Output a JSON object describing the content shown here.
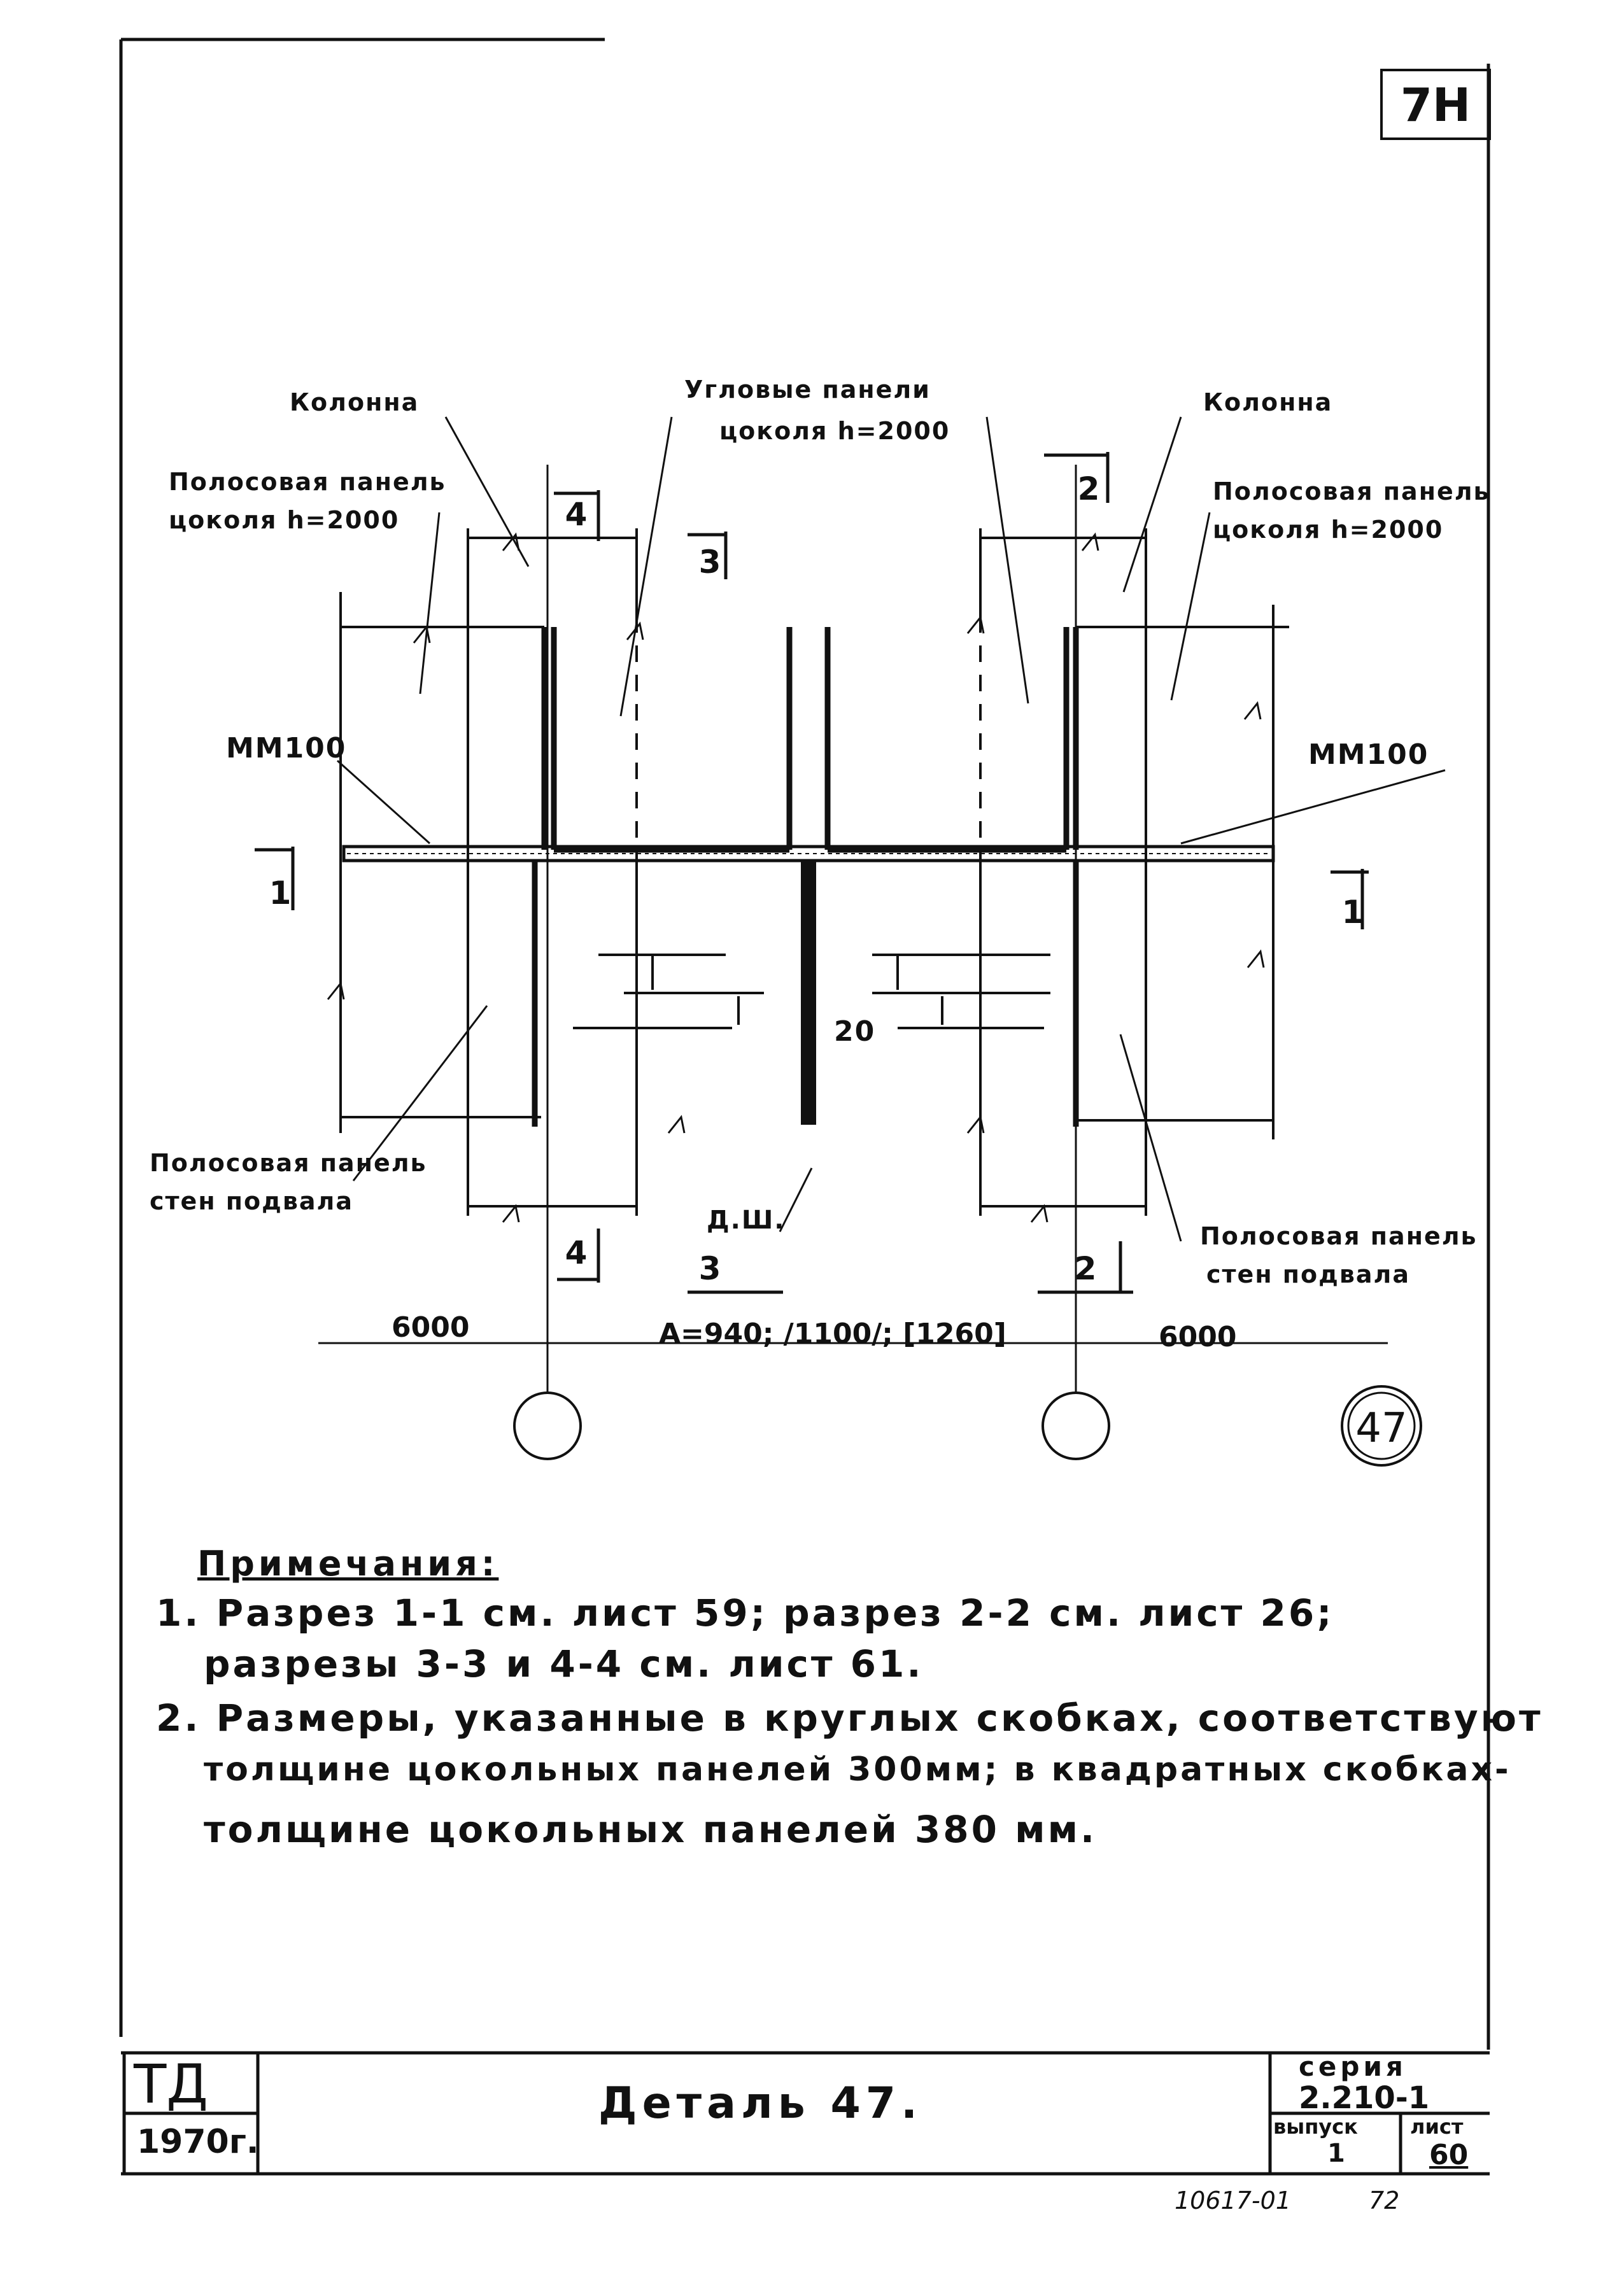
{
  "sheet_mark": "7Н",
  "labels": {
    "column_left": "Колонна",
    "column_right": "Колонна",
    "corner_panels_1": "Угловые панели",
    "corner_panels_2": "цоколя h=2000",
    "strip_left_1": "Полосовая панель",
    "strip_left_2": "цоколя h=2000",
    "strip_right_1": "Полосовая панель",
    "strip_right_2": "цоколя h=2000",
    "mm_left": "ММ100",
    "mm_right": "ММ100",
    "basement_left_1": "Полосовая панель",
    "basement_left_2": "стен подвала",
    "basement_right_1": "Полосовая панель",
    "basement_right_2": "стен подвала",
    "gap_20": "20",
    "dsh": "Д.Ш.",
    "dsh_num": "3"
  },
  "cuts": {
    "c4_top": "4",
    "c3_top": "3",
    "c2_top": "2",
    "c1_left": "1",
    "c1_right": "1",
    "c4_bottom": "4",
    "c3_bottom": "3",
    "c2_bottom": "2"
  },
  "dimensions": {
    "left": "6000",
    "middle": "А=940; /1100/; [1260]",
    "right": "6000"
  },
  "detail_number": "47",
  "notes": {
    "title": "Примечания:",
    "n1_line1": "1. Разрез 1-1 см. лист 59; разрез 2-2 см. лист 26;",
    "n1_line2": "разрезы 3-3 и 4-4 см. лист 61.",
    "n2_line1": "2. Размеры, указанные в круглых скобках, соответствуют",
    "n2_line2": "толщине цокольных панелей 300мм; в квадратных скобках-",
    "n2_line3": "толщине цокольных панелей 380 мм."
  },
  "title_block": {
    "org": "ТД",
    "year": "1970г.",
    "title": "Деталь 47.",
    "series_label": "серия",
    "series_value": "2.210-1",
    "issue_label": "выпуск",
    "issue_value": "1",
    "sheet_label": "лист",
    "sheet_value": "60"
  },
  "footer_code": "10617-01",
  "footer_page": "72"
}
